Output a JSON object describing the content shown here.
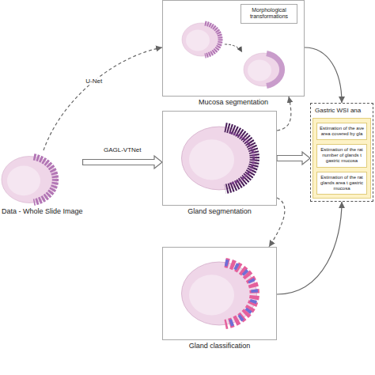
{
  "diagram": {
    "nodes": [
      {
        "text": [
          "Data - Whole Slide Image"
        ]
      },
      {
        "text": [
          "Mucosa segmentation"
        ]
      },
      {
        "text": [
          "Morphological transformations"
        ],
        "in": 1
      },
      {
        "text": [
          "Gland segmentation"
        ]
      },
      {
        "text": [
          "Gland classification"
        ]
      },
      {
        "text": [
          "Gastric WSI ana"
        ]
      },
      {
        "text": [
          "Estimation of the ave area covered by gla"
        ],
        "in": 5
      },
      {
        "text": [
          "Estimation of the rat number of glands t gastric mucosa"
        ],
        "in": 5
      },
      {
        "text": [
          "Estimation of the rat glands area t gastric mucosa"
        ],
        "in": 5
      }
    ],
    "edges": [
      {
        "from": 0,
        "to": 1,
        "arrow": "to",
        "label": "U-Net"
      },
      {
        "from": 0,
        "to": 3,
        "arrow": "to",
        "label": "GAGL-VTNet"
      },
      {
        "from": 3,
        "to": 1,
        "arrow": "to"
      },
      {
        "from": 3,
        "to": 4,
        "arrow": "to"
      },
      {
        "from": 1,
        "to": 5,
        "arrow": "to"
      },
      {
        "from": 3,
        "to": 5,
        "arrow": "to"
      },
      {
        "from": 4,
        "to": 5,
        "arrow": "to"
      }
    ]
  }
}
